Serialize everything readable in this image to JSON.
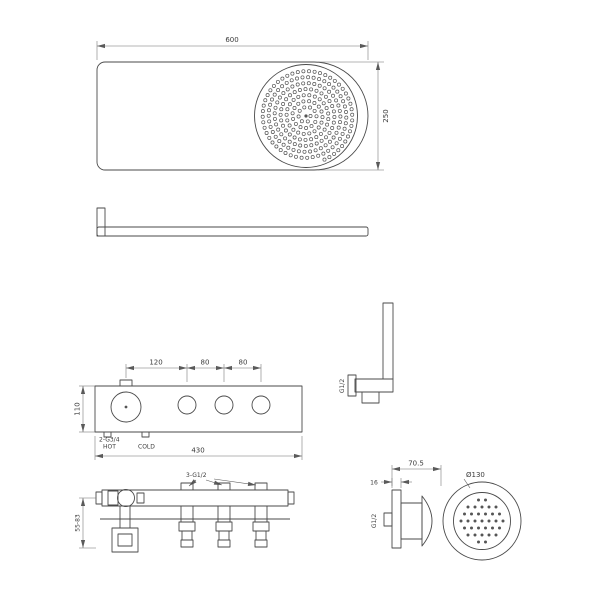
{
  "palette": {
    "line": "#4a4a4a",
    "dim_line": "#6e6e6e",
    "text": "#3b3b3b",
    "background": "#ffffff"
  },
  "views": {
    "head_top": {
      "width": "600",
      "depth": "250"
    },
    "panel_front": {
      "pitch_1": "120",
      "pitch_2": "80",
      "pitch_3": "80",
      "height": "110",
      "width": "430",
      "inlet_thread": "2-G3/4",
      "hot": "HOT",
      "cold": "COLD"
    },
    "arm_side": {
      "thread": "G1/2"
    },
    "panel_back": {
      "outlet_thread": "3-G1/2",
      "mount_depth": "55-83"
    },
    "jet_side": {
      "depth": "70.5",
      "plate_thickness": "16",
      "thread": "G1/2"
    },
    "jet_front": {
      "diameter": "Ø130"
    }
  }
}
